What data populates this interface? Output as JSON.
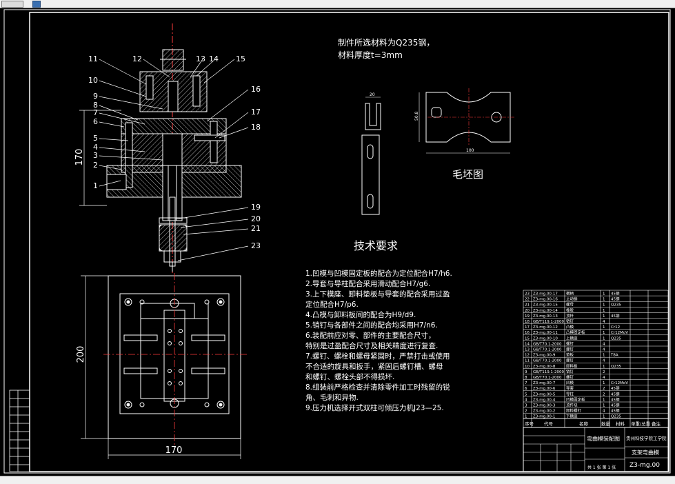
{
  "notes": {
    "material_line1": "制件所选材料为Q235钢，",
    "material_line2": "材料厚度t=3mm",
    "blank_title": "毛坯图",
    "tech_title": "技术要求",
    "requirements": [
      "1.凹模与凹模固定板的配合为定位配合H7/h6.",
      "2.导套与导柱配合采用滑动配合H7/g6.",
      "3.上下模座、卸料垫板与导套的配合采用过盈",
      "   定位配合H7/p6.",
      "4.凸模与卸料板间的配合为H9/d9.",
      "5.销钉与各部件之间的配合均采用H7/n6.",
      "6.装配前应对零、部件的主要配合尺寸，",
      "   特别是过盈配合尺寸及相关精度进行复查.",
      "7.螺钉、螺栓和螺母紧固时，严禁打击或使用",
      "   不合适的旋具和扳手，紧固后螺钉槽、螺母",
      "   和螺钉、螺栓头部不得损坏.",
      "8.组装前严格检查并清除零件加工时残留的锐",
      "   角、毛刺和异物.",
      "9.压力机选择开式双柱可倾压力机J23—25."
    ]
  },
  "dimensions": {
    "height_170": "170",
    "height_200": "200",
    "width_170": "170",
    "blank_width": "100",
    "blank_height": "50.8",
    "side_width": "20"
  },
  "part_numbers": {
    "left": [
      "11",
      "10",
      "9",
      "8",
      "7",
      "6",
      "5",
      "4",
      "3",
      "2",
      "1"
    ],
    "top": [
      "12",
      "13",
      "14",
      "15"
    ],
    "right": [
      "16",
      "17",
      "18",
      "19",
      "20",
      "21",
      "23"
    ]
  },
  "title_block": {
    "drawing_name": "弯曲模装配图",
    "school": "贵州科技学院工学院",
    "drawing_no": "Z3-mg.00",
    "sub_label": "支架弯曲模",
    "sheet": "共 1 张  第 1 张",
    "header_cols": [
      "序号",
      "代号",
      "名称",
      "数量",
      "材料",
      "单重/总重",
      "备注"
    ]
  },
  "parts_list": [
    {
      "no": "23",
      "code": "Z3-mg.00-17",
      "name": "模柄",
      "qty": "1",
      "mat": "45钢"
    },
    {
      "no": "22",
      "code": "Z3-mg.00-16",
      "name": "止动销",
      "qty": "1",
      "mat": "45钢"
    },
    {
      "no": "21",
      "code": "Z3-mg.00-15",
      "name": "螺母",
      "qty": "1",
      "mat": "Q235"
    },
    {
      "no": "20",
      "code": "Z3-mg.00-14",
      "name": "橡胶",
      "qty": "1",
      "mat": ""
    },
    {
      "no": "19",
      "code": "Z3-mg.00-13",
      "name": "顶杆",
      "qty": "1",
      "mat": "45钢"
    },
    {
      "no": "18",
      "code": "GB/T119.1-2000",
      "name": "销钉",
      "qty": "4",
      "mat": ""
    },
    {
      "no": "17",
      "code": "Z3-mg.00-12",
      "name": "凸模",
      "qty": "1",
      "mat": "Cr12"
    },
    {
      "no": "16",
      "code": "Z3-mg.00-11",
      "name": "凸模固定板",
      "qty": "1",
      "mat": "Cr12MoV"
    },
    {
      "no": "15",
      "code": "Z3-mg.00-10",
      "name": "上模座",
      "qty": "1",
      "mat": "Q235"
    },
    {
      "no": "14",
      "code": "GB/T70.1-2000",
      "name": "螺钉",
      "qty": "4",
      "mat": ""
    },
    {
      "no": "13",
      "code": "GB/T70.1-2000",
      "name": "螺钉",
      "qty": "4",
      "mat": ""
    },
    {
      "no": "12",
      "code": "Z3-mg.00-9",
      "name": "垫板",
      "qty": "1",
      "mat": "T8A"
    },
    {
      "no": "11",
      "code": "GB/T70.1-2000",
      "name": "螺钉",
      "qty": "4",
      "mat": ""
    },
    {
      "no": "10",
      "code": "Z3-mg.00-8",
      "name": "卸料板",
      "qty": "1",
      "mat": "Q235"
    },
    {
      "no": "9",
      "code": "GB/T119.1-2000",
      "name": "销钉",
      "qty": "2",
      "mat": ""
    },
    {
      "no": "8",
      "code": "GB/T70.1-2000",
      "name": "螺钉",
      "qty": "4",
      "mat": ""
    },
    {
      "no": "7",
      "code": "Z3-mg.00-7",
      "name": "凹模",
      "qty": "1",
      "mat": "Cr12MoV"
    },
    {
      "no": "6",
      "code": "Z3-mg.00-6",
      "name": "导套",
      "qty": "2",
      "mat": "45钢"
    },
    {
      "no": "5",
      "code": "Z3-mg.00-5",
      "name": "导柱",
      "qty": "2",
      "mat": "45钢"
    },
    {
      "no": "4",
      "code": "Z3-mg.00-4",
      "name": "凹模固定板",
      "qty": "1",
      "mat": "45钢"
    },
    {
      "no": "3",
      "code": "Z3-mg.00-3",
      "name": "顶件块",
      "qty": "1",
      "mat": "45钢"
    },
    {
      "no": "2",
      "code": "Z3-mg.00-2",
      "name": "卸料螺钉",
      "qty": "4",
      "mat": "45钢"
    },
    {
      "no": "1",
      "code": "Z3-mg.00-1",
      "name": "下模座",
      "qty": "1",
      "mat": "Q235"
    }
  ],
  "colors": {
    "background": "#000000",
    "lines": "#ffffff",
    "centerline": "#ff3b3b",
    "hatch": "#ffffff"
  }
}
